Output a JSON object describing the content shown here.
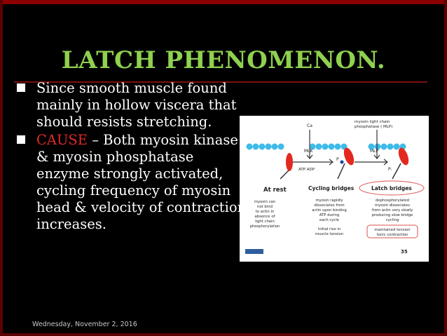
{
  "slide": {
    "title": "LATCH PHENOMENON.",
    "bullets": {
      "b1": "Since smooth muscle found mainly in hollow viscera that should resists stretching.",
      "b2_keyword": "CAUSE",
      "b2_text": " – Both myosin kinase & myosin phosphatase enzyme strongly activated, cycling frequency of myosin head & velocity of contraction increases."
    },
    "footer_date": "Wednesday, November 2, 2016"
  },
  "figure": {
    "ca_label": "Ca",
    "mlk_label": "MLK",
    "atp_adp_label": "ATP   ADP",
    "mlp_label_line1": "myosin light chain",
    "mlp_label_line2": "phosphatase ( MLP)",
    "mlp_short": "MLP",
    "p_label": "P",
    "pi_label": "Pᵢ",
    "at_rest": {
      "heading": "At rest",
      "lines": [
        "myosin can",
        "not bind",
        "to actin in",
        "absence of",
        "light chain",
        "phosphorylation"
      ]
    },
    "cycling": {
      "heading": "Cycling bridges",
      "lines": [
        "myosin rapidly",
        "dissociates from",
        "actin upon binding",
        "ATP during",
        "each cycle"
      ],
      "note_lines": [
        "initial rise in",
        "muscle tension"
      ]
    },
    "latch": {
      "heading": "Latch bridges",
      "lines": [
        "dephosphorylated",
        "myosin dissociates",
        "from actin very slowly",
        "producing slow bridge",
        "cycling"
      ],
      "box_lines": [
        "maintained tension",
        "tonic contraction"
      ]
    },
    "page_number": "35",
    "colors": {
      "actin_bead": "#3fbbe8",
      "myosin_head": "#e3291f",
      "latch_oval": "#d9534f",
      "phosphate": "#1a3fa6"
    }
  }
}
